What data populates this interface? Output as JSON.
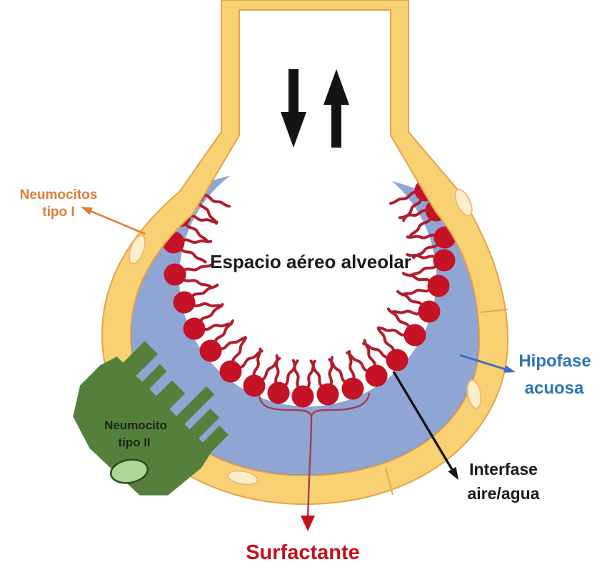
{
  "labels": {
    "air_space": "Espacio aéreo alveolar",
    "pneumocyte_type1": {
      "line1": "Neumocitos",
      "line2": "tipo I"
    },
    "hypophase": {
      "line1": "Hipofase",
      "line2": "acuosa"
    },
    "pneumocyte_type2": {
      "line1": "Neumocito",
      "line2": "tipo II"
    },
    "air_water_interface": {
      "line1": "Interfase",
      "line2": "aire/agua"
    },
    "surfactant": "Surfactante"
  },
  "icons": {
    "airflow_in": "down-arrow",
    "airflow_out": "up-arrow",
    "surfactant_molecule": "red-head-with-two-wavy-tails"
  },
  "colors": {
    "wall": "#F7D172",
    "wall-border": "#E8A14B",
    "hypophase": "#8FA6D5",
    "hypophase-border": "#2F7FA9",
    "surfactant": "#C41226",
    "surfactant-tail": "#B01E2C",
    "cell": "#55803C",
    "cell-nucleus": "#AFD693",
    "cell-nucleus-border": "#2E4A1F",
    "wall-nucleus": "#FBEFC9",
    "wall-nucleus-border": "#EFB87C",
    "label-orange": "#E07C3B",
    "label-blue": "#2E74B5",
    "label-red": "#C5111E",
    "arrow-blue": "#3E6FBF",
    "brace": "#A63A50",
    "black": "#141414",
    "text-dark": "#1B1B1B"
  }
}
